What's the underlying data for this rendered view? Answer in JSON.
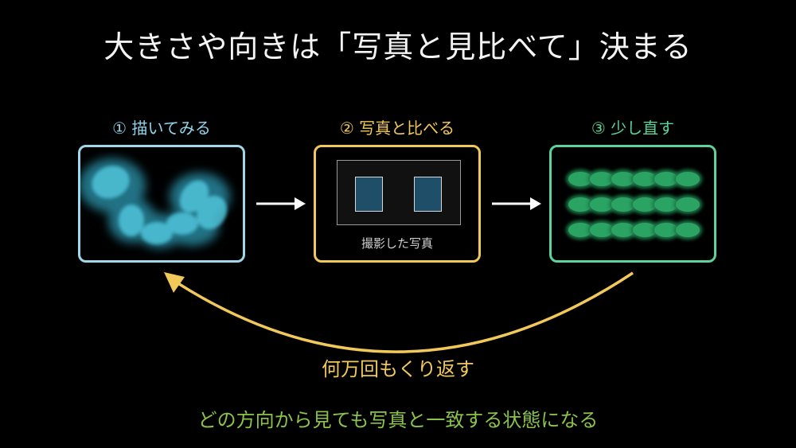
{
  "title": "大きさや向きは「写真と見比べて」決まる",
  "steps": [
    {
      "label": "① 描いてみる",
      "color": "#8fd3ea"
    },
    {
      "label": "② 写真と比べる",
      "color": "#f1c85a"
    },
    {
      "label": "③ 少し直す",
      "color": "#5bd39a"
    }
  ],
  "photo_caption": "撮影した写真",
  "loop_label": "何万回もくり返す",
  "bottom_text": "どの方向から見ても写真と一致する状態になる",
  "colors": {
    "cyan_blobs": "#4fc3d9",
    "green_blobs": "#2ea866",
    "arrow_white": "#ffffff",
    "loop_arrow": "#f1c85a"
  }
}
